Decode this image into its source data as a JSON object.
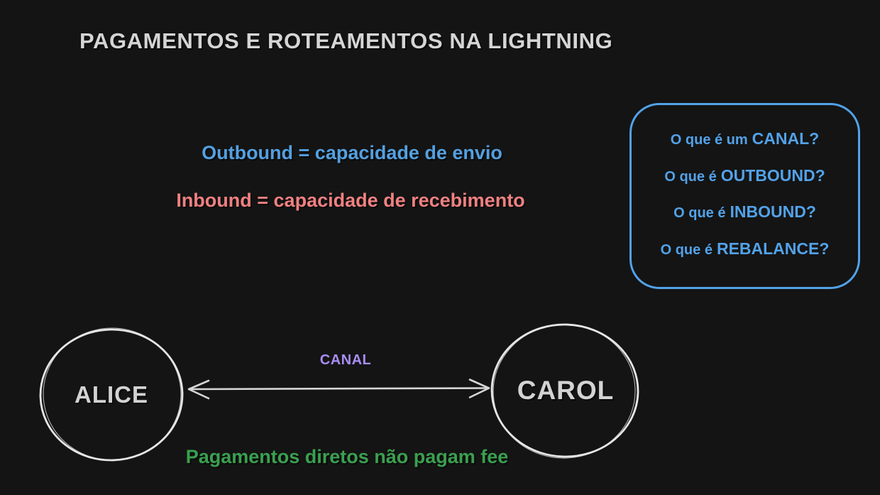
{
  "title": "PAGAMENTOS E ROTEAMENTOS NA LIGHTNING",
  "definitions": {
    "outbound_text": "Outbound = capacidade de envio",
    "inbound_text": "Inbound = capacidade de recebimento"
  },
  "questions_box": {
    "items": [
      {
        "prefix": "O que é um",
        "keyword": "CANAL?"
      },
      {
        "prefix": "O que é",
        "keyword": "OUTBOUND?"
      },
      {
        "prefix": "O que é",
        "keyword": "INBOUND?"
      },
      {
        "prefix": "O que é",
        "keyword": "REBALANCE?"
      }
    ]
  },
  "diagram": {
    "nodes": [
      {
        "label": "ALICE"
      },
      {
        "label": "CAROL"
      }
    ],
    "edge_label": "CANAL",
    "edge_type": "double-headed-arrow",
    "caption": "Pagamentos diretos não pagam fee"
  },
  "colors": {
    "background": "#141414",
    "title_text": "#d5d5d5",
    "outbound_blue": "#54a0e0",
    "inbound_red": "#f08080",
    "questions_blue": "#52a2e8",
    "channel_purple": "#a98df5",
    "caption_green": "#3aa04f",
    "shape_stroke": "#e6e6e6"
  }
}
